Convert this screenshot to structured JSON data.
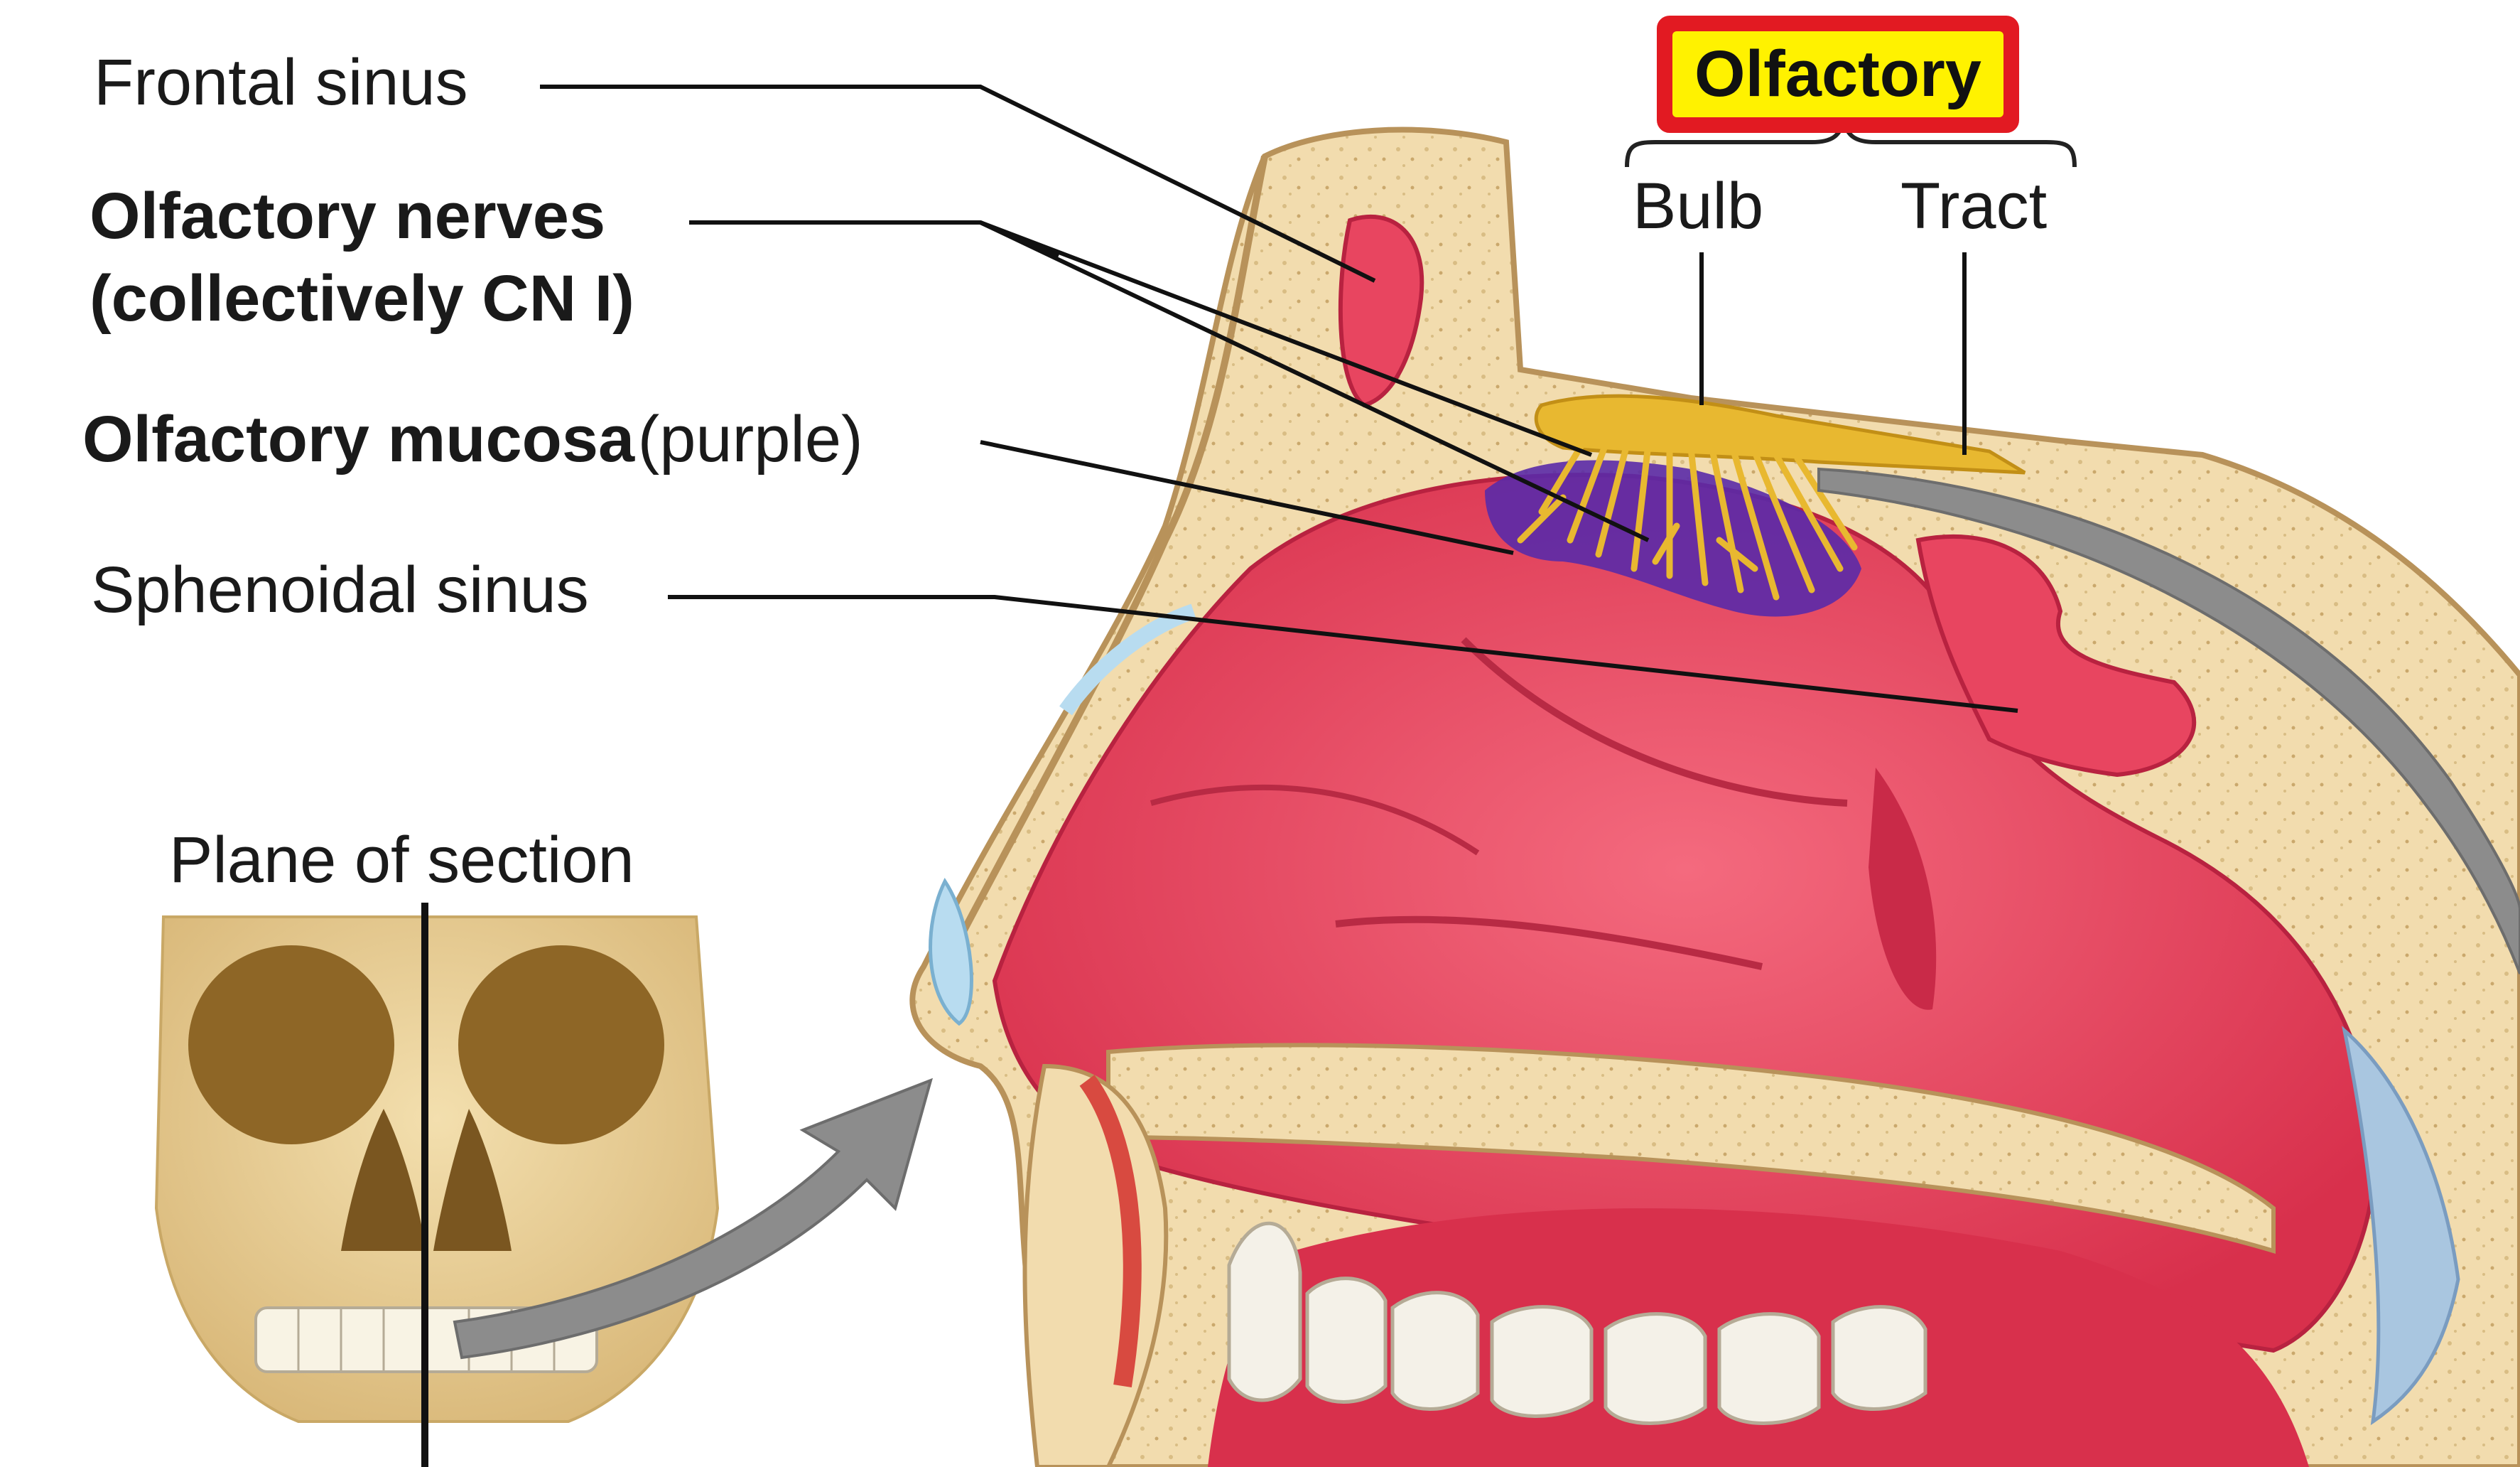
{
  "labels": {
    "frontal_sinus": "Frontal sinus",
    "olfactory_nerves_line1": "Olfactory nerves",
    "olfactory_nerves_line2": "(collectively CN I)",
    "olfactory_mucosa_bold": "Olfactory mucosa",
    "olfactory_mucosa_note": "(purple)",
    "sphenoidal_sinus": "Sphenoidal sinus",
    "plane_of_section": "Plane of section",
    "olfactory": "Olfactory",
    "bulb": "Bulb",
    "tract": "Tract"
  },
  "colors": {
    "highlight_border": "#e21a22",
    "highlight_fill": "#fff200",
    "mucosa": "#e23a55",
    "bone": "#f2dcae",
    "nerve": "#e8b830",
    "olfactory_mucosa": "#5a2aa8",
    "arrow": "#8c8c8c"
  }
}
